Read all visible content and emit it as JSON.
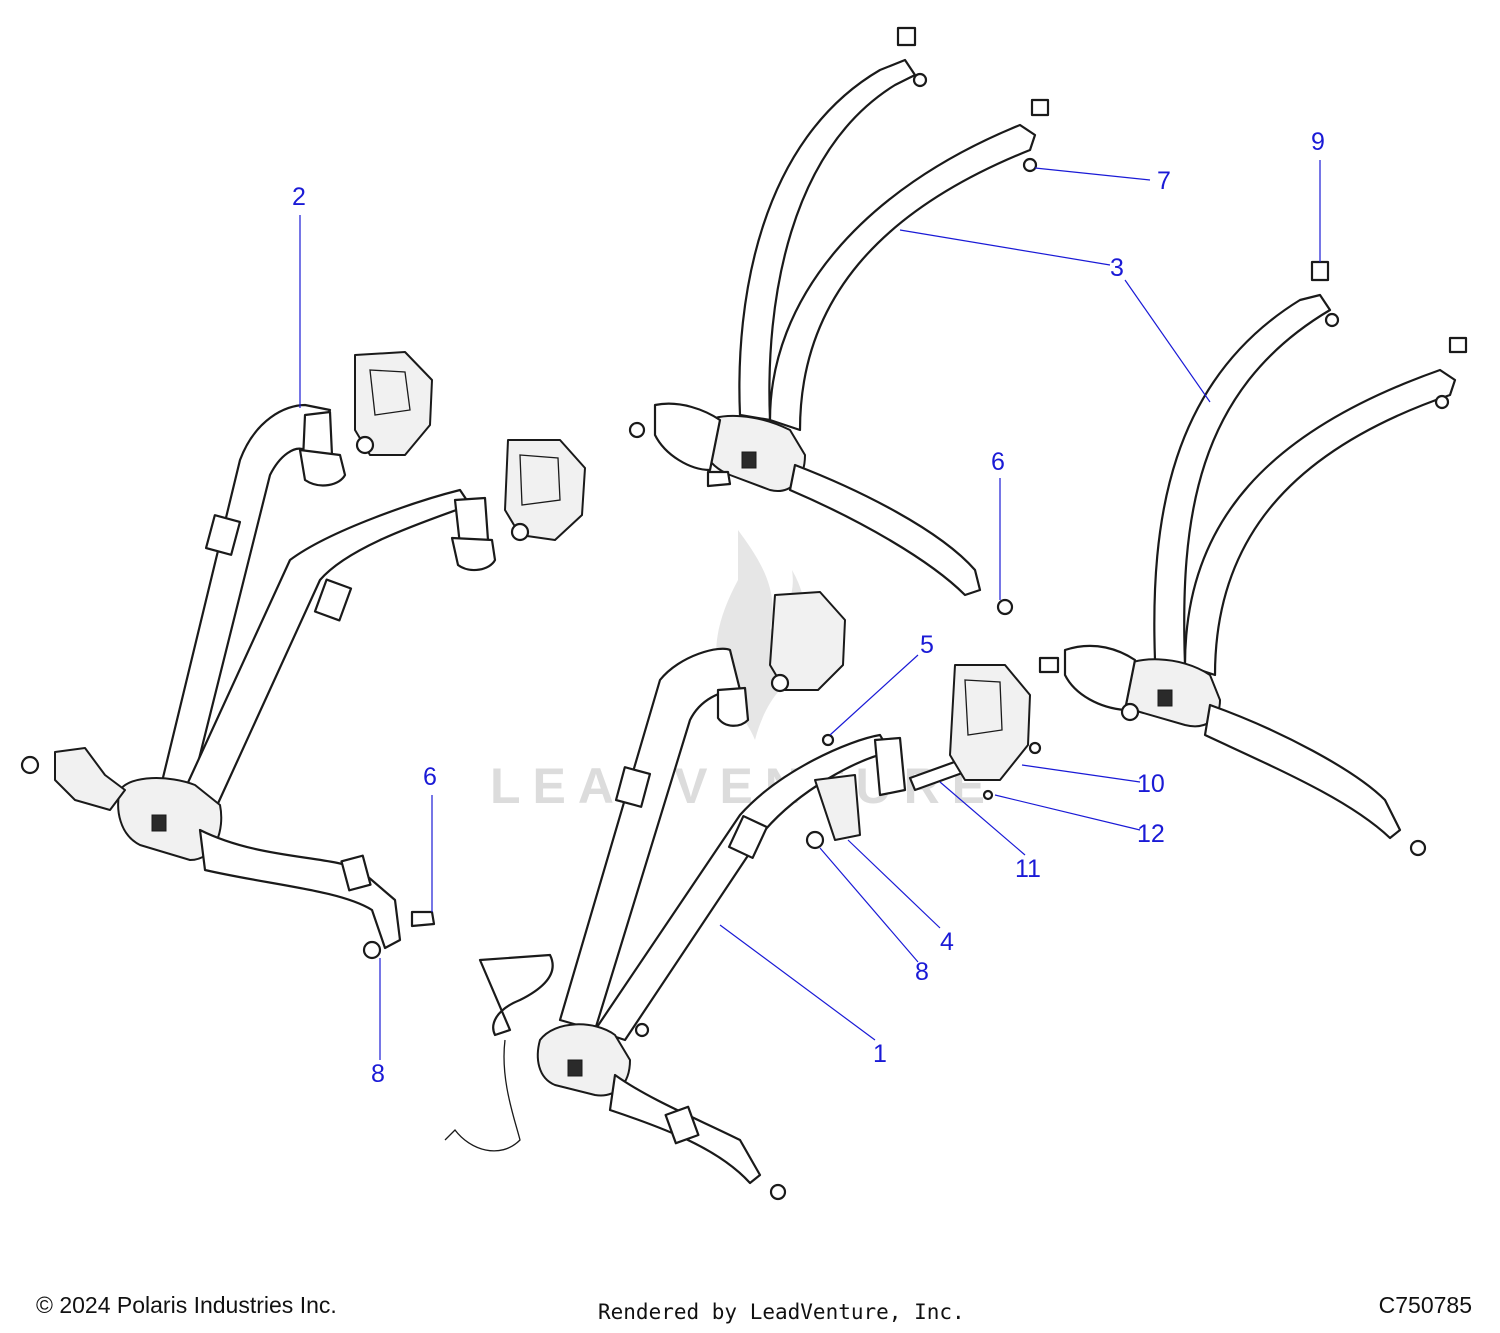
{
  "watermark": {
    "text": "LEADVENTURE"
  },
  "callouts": [
    {
      "id": "c1",
      "label": "1"
    },
    {
      "id": "c2",
      "label": "2"
    },
    {
      "id": "c3",
      "label": "3"
    },
    {
      "id": "c4",
      "label": "4"
    },
    {
      "id": "c5",
      "label": "5"
    },
    {
      "id": "c6a",
      "label": "6"
    },
    {
      "id": "c6b",
      "label": "6"
    },
    {
      "id": "c7",
      "label": "7"
    },
    {
      "id": "c8a",
      "label": "8"
    },
    {
      "id": "c8b",
      "label": "8"
    },
    {
      "id": "c9",
      "label": "9"
    },
    {
      "id": "c10",
      "label": "10"
    },
    {
      "id": "c11",
      "label": "11"
    },
    {
      "id": "c12",
      "label": "12"
    }
  ],
  "footer": {
    "copyright": "© 2024 Polaris Industries Inc.",
    "rendered_by": "Rendered by LeadVenture, Inc.",
    "diagram_id": "C750785"
  },
  "colors": {
    "callout": "#1a1ad6",
    "line_art": "#1a1a1a",
    "watermark": "#dcdcdc"
  }
}
